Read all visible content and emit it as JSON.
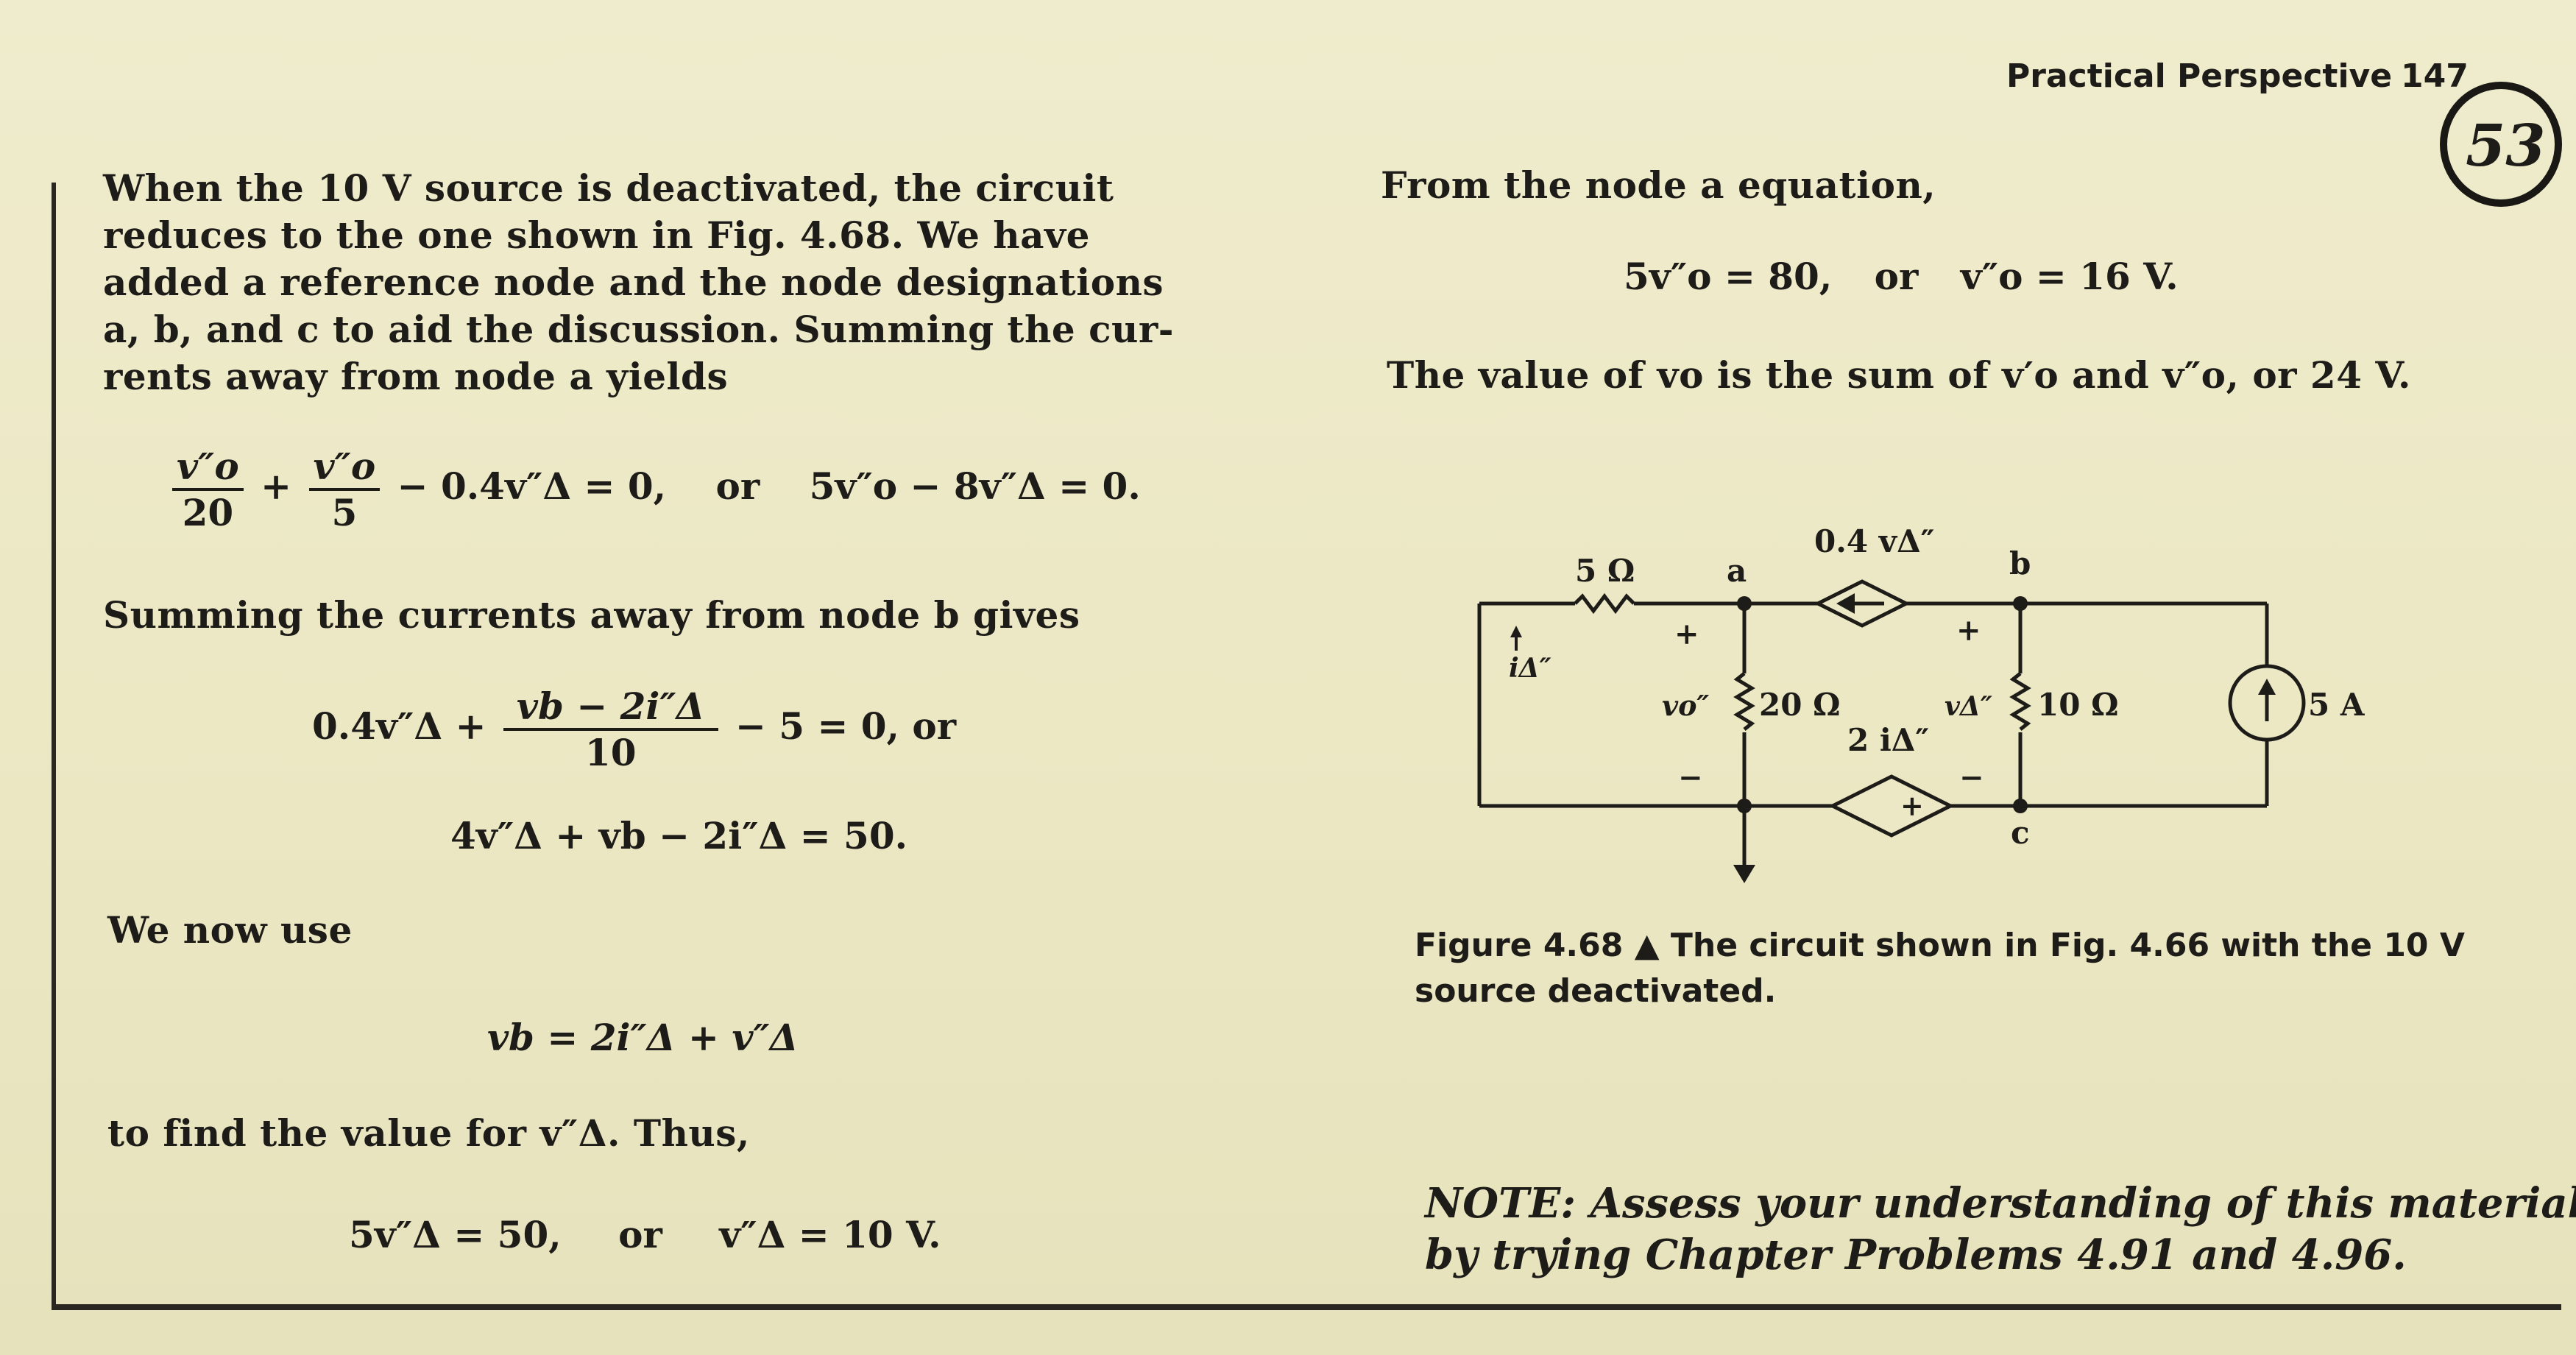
{
  "header": {
    "section_title": "Practical Perspective",
    "page_number": "147",
    "annotation": "53"
  },
  "left": {
    "paragraph_lines": [
      "When the 10 V source is deactivated, the circuit",
      "reduces to the one shown in Fig. 4.68. We have",
      "added a reference node and the node designations",
      "a, b, and c to aid the discussion. Summing the cur-",
      "rents away from node a yields"
    ],
    "eq1": {
      "num1": "v″o",
      "den1": "20",
      "plus": "+",
      "num2": "v″o",
      "den2": "5",
      "rest": "− 0.4v″Δ = 0,",
      "or": "or",
      "alt": "5v″o − 8v″Δ = 0."
    },
    "node_b_text": "Summing the currents away from node b gives",
    "eq2": {
      "lead": "0.4v″Δ +",
      "num": "vb − 2i″Δ",
      "den": "10",
      "tail": "− 5 = 0,  or"
    },
    "eq3": "4v″Δ + vb − 2i″Δ = 50.",
    "we_now_use": "We now use",
    "eq4": "vb = 2i″Δ + v″Δ",
    "find_text": "to find the value for v″Δ. Thus,",
    "eq5": {
      "lhs": "5v″Δ = 50,",
      "or": "or",
      "rhs": "v″Δ = 10 V."
    }
  },
  "right": {
    "node_a_text": "From the node a equation,",
    "eq6": {
      "lhs": "5v″o = 80,",
      "or": "or",
      "rhs": "v″o = 16 V."
    },
    "sum_text": "The value of vo is the sum of v′o and v″o, or 24 V.",
    "circuit": {
      "r5": "5 Ω",
      "node_a": "a",
      "node_b": "b",
      "node_c": "c",
      "dep_top": "0.4 vΔ″",
      "ia": "iΔ″",
      "vo": "vo″",
      "r20": "20 Ω",
      "vdelta": "vΔ″",
      "r10": "10 Ω",
      "dep_bottom": "2 iΔ″",
      "source": "5 A",
      "plus": "+",
      "minus": "−"
    },
    "caption_label": "Figure 4.68",
    "caption_lines": [
      "The circuit shown in Fig. 4.66 with the 10 V",
      "source deactivated."
    ],
    "note_lines": [
      "NOTE:  Assess your understanding of this material",
      "by trying Chapter Problems 4.91 and 4.96."
    ]
  }
}
